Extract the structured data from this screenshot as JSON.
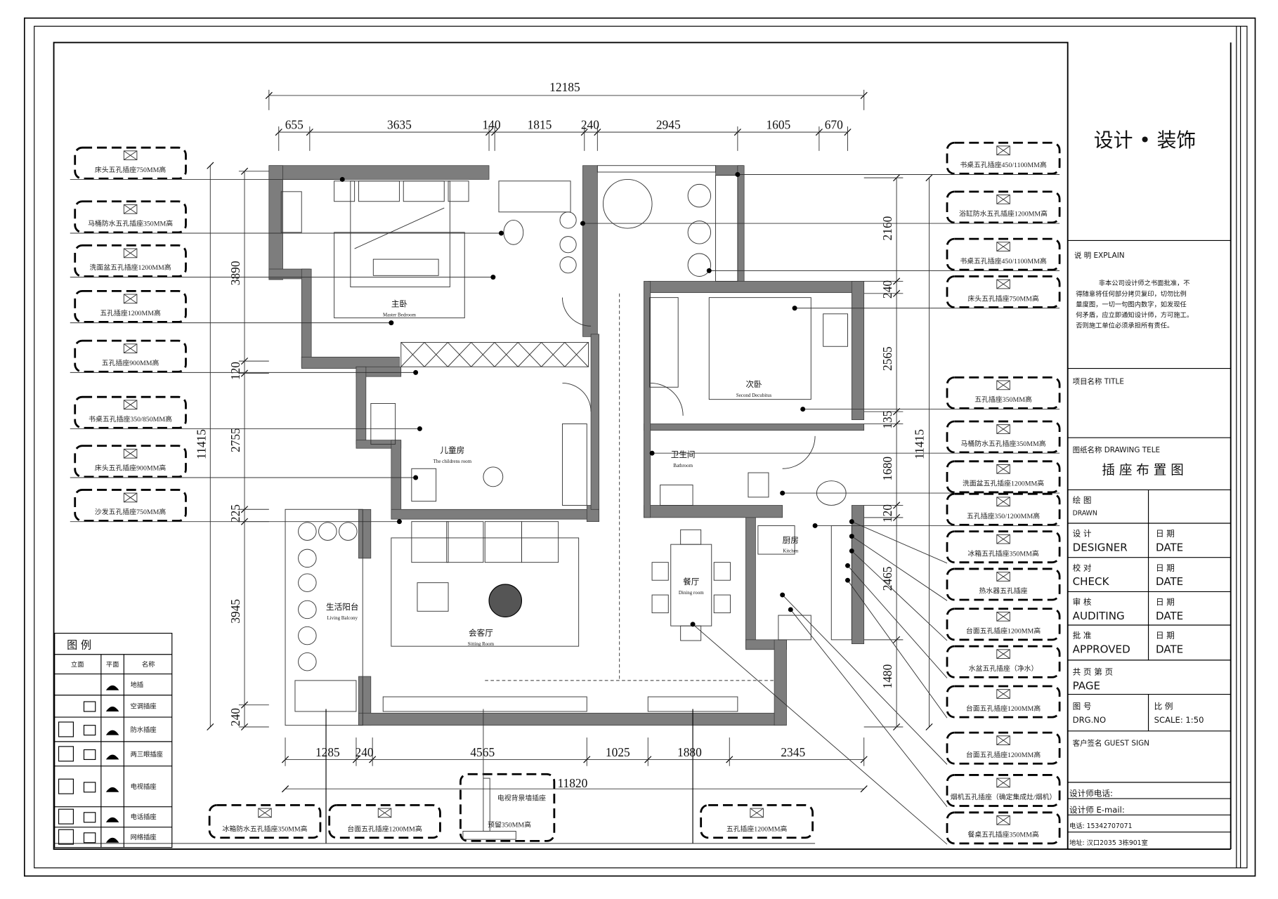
{
  "title_block": {
    "brand": "设计 • 装饰",
    "explain_label": "说 明   EXPLAIN",
    "explain_lines": [
      "非本公司设计师之书面批准，不",
      "得随意将任何部分拷贝复印，切勿比例",
      "量度图，一切一句图内数字，如发现任",
      "何矛盾，应立即通知设计师，方可施工。",
      "否则施工单位必须承担所有责任。"
    ],
    "title_label": "项目名称   TITLE",
    "drawing_label": "图纸名称   DRAWING TELE",
    "drawing_name": "插 座 布 置 图",
    "drawn_cn": "绘 图",
    "drawn_en": "DRAWN",
    "designer_cn": "设 计",
    "designer_en": "DESIGNER",
    "check_cn": "校 对",
    "check_en": "CHECK",
    "auditing_cn": "审 核",
    "auditing_en": "AUDITING",
    "approved_cn": "批 准",
    "approved_en": "APPROVED",
    "date_cn": "日 期",
    "date_en": "DATE",
    "page_cn": "共    页        第    页",
    "page_en": "PAGE",
    "drg_cn": "图   号",
    "drg_en": "DRG.NO",
    "scale_cn": "比 例",
    "scale_en": "SCALE: 1:50",
    "guest_sign": "客户签名        GUEST SIGN",
    "designer_phone": "设计师电话:",
    "designer_email": "设计师 E-mail:",
    "tel": "电话: 15342707071",
    "address": "地址: 汉口2035   3栋901室"
  },
  "dimensions": {
    "top_total": "12185",
    "top": [
      "655",
      "3635",
      "140",
      "1815",
      "240",
      "2945",
      "1605",
      "670"
    ],
    "bottom": [
      "1285",
      "240",
      "4565",
      "1025",
      "1880",
      "2345"
    ],
    "bottom_total": "11820",
    "left": [
      "3890",
      "120",
      "2755",
      "225",
      "3945",
      "240"
    ],
    "left_total": "11415",
    "right": [
      "2160",
      "240",
      "2565",
      "135",
      "1680",
      "120",
      "2465",
      "1480"
    ],
    "right_total": "11415"
  },
  "rooms": [
    {
      "cn": "主卧",
      "en": "Master Bedroom"
    },
    {
      "cn": "次卧",
      "en": "Second Decubitus"
    },
    {
      "cn": "儿童房",
      "en": "The childrens room"
    },
    {
      "cn": "卫生间",
      "en": "Bathroom"
    },
    {
      "cn": "厨房",
      "en": "Kitchen"
    },
    {
      "cn": "餐厅",
      "en": "Dining room"
    },
    {
      "cn": "会客厅",
      "en": "Sitting Room"
    },
    {
      "cn": "生活阳台",
      "en": "Living Balcony"
    }
  ],
  "left_labels": [
    "床头五孔插座750MM高",
    "马桶防水五孔插座350MM高",
    "洗面盆五孔插座1200MM高",
    "五孔插座1200MM高",
    "五孔插座900MM高",
    "书桌五孔插座350/850MM高",
    "床头五孔插座900MM高",
    "沙发五孔插座750MM高"
  ],
  "right_labels": [
    "书桌五孔插座450/1100MM高",
    "浴缸防水五孔插座1200MM高",
    "书桌五孔插座450/1100MM高",
    "床头五孔插座750MM高",
    "五孔插座350MM高",
    "马桶防水五孔插座350MM高",
    "洗面盆五孔插座1200MM高",
    "五孔插座350/1200MM高",
    "冰箱五孔插座350MM高",
    "热水器五孔插座",
    "台面五孔插座1200MM高",
    "水盆五孔插座（净水）",
    "台面五孔插座1200MM高",
    "台面五孔插座1200MM高",
    "烟机五孔插座（确定集成灶/烟机）",
    "餐桌五孔插座350MM高"
  ],
  "bottom_labels": [
    "冰箱防水五孔插座350MM高",
    "台面五孔插座1200MM高",
    "五孔插座1200MM高"
  ],
  "tv_label": {
    "line1": "电视背景墙插座",
    "line2": "预留350MM高"
  },
  "legend": {
    "title": "图 例",
    "headers": [
      "立面",
      "平面",
      "名称"
    ],
    "items": [
      "地插",
      "空调插座",
      "防水插座",
      "两三眼插座",
      "电视插座",
      "电话插座",
      "网络插座"
    ]
  }
}
